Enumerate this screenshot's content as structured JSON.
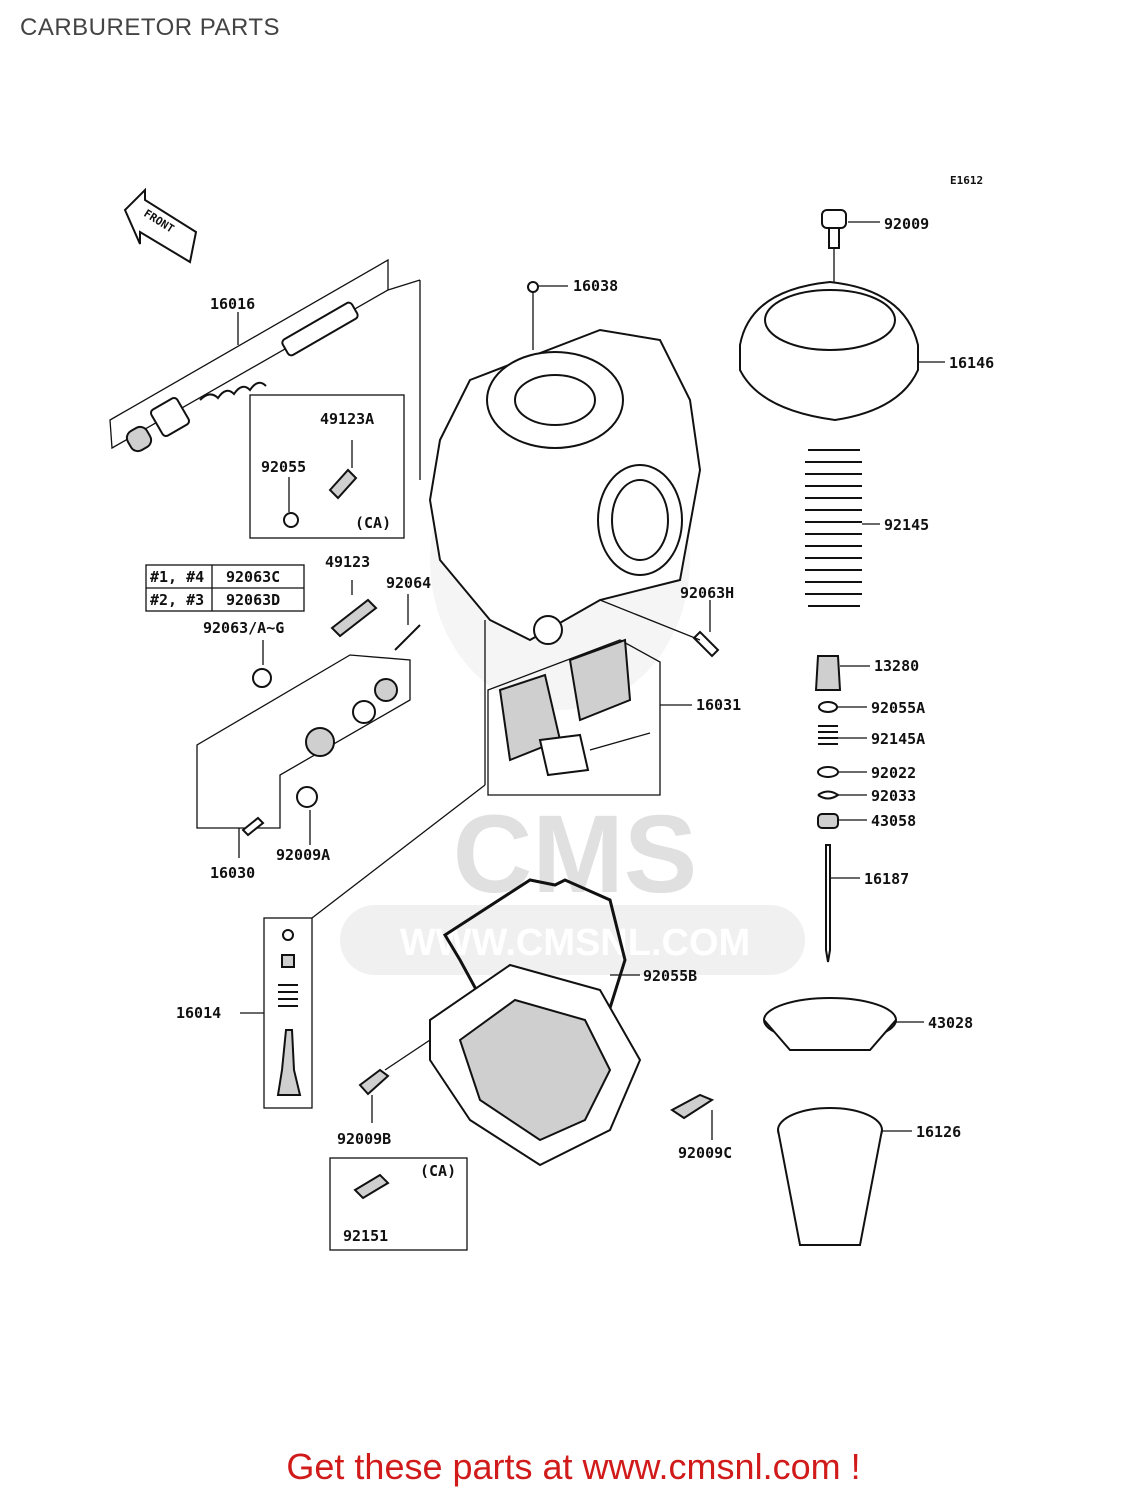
{
  "page_title": "CARBURETOR PARTS",
  "diagram_code": "E1612",
  "front_label": "FRONT",
  "watermark": {
    "brand": "CMS",
    "url": "WWW.CMSNL.COM"
  },
  "ca_label": "(CA)",
  "table": {
    "rows": [
      {
        "cyl": "#1, #4",
        "part": "92063C"
      },
      {
        "cyl": "#2, #3",
        "part": "92063D"
      }
    ]
  },
  "labels": {
    "p16016": "16016",
    "p49123A": "49123A",
    "p92055": "92055",
    "p49123": "49123",
    "p92064": "92064",
    "p92063AG": "92063/A~G",
    "p16030": "16030",
    "p92009A": "92009A",
    "p16014": "16014",
    "p92009B": "92009B",
    "p92151": "92151",
    "p16038": "16038",
    "p92063H": "92063H",
    "p16031": "16031",
    "p92055B": "92055B",
    "p92009C": "92009C",
    "p92009": "92009",
    "p16146": "16146",
    "p92145": "92145",
    "p13280": "13280",
    "p92055A": "92055A",
    "p92145A": "92145A",
    "p92022": "92022",
    "p92033": "92033",
    "p43058": "43058",
    "p16187": "16187",
    "p43028": "43028",
    "p16126": "16126"
  },
  "promo": "Get these parts at www.cmsnl.com !"
}
